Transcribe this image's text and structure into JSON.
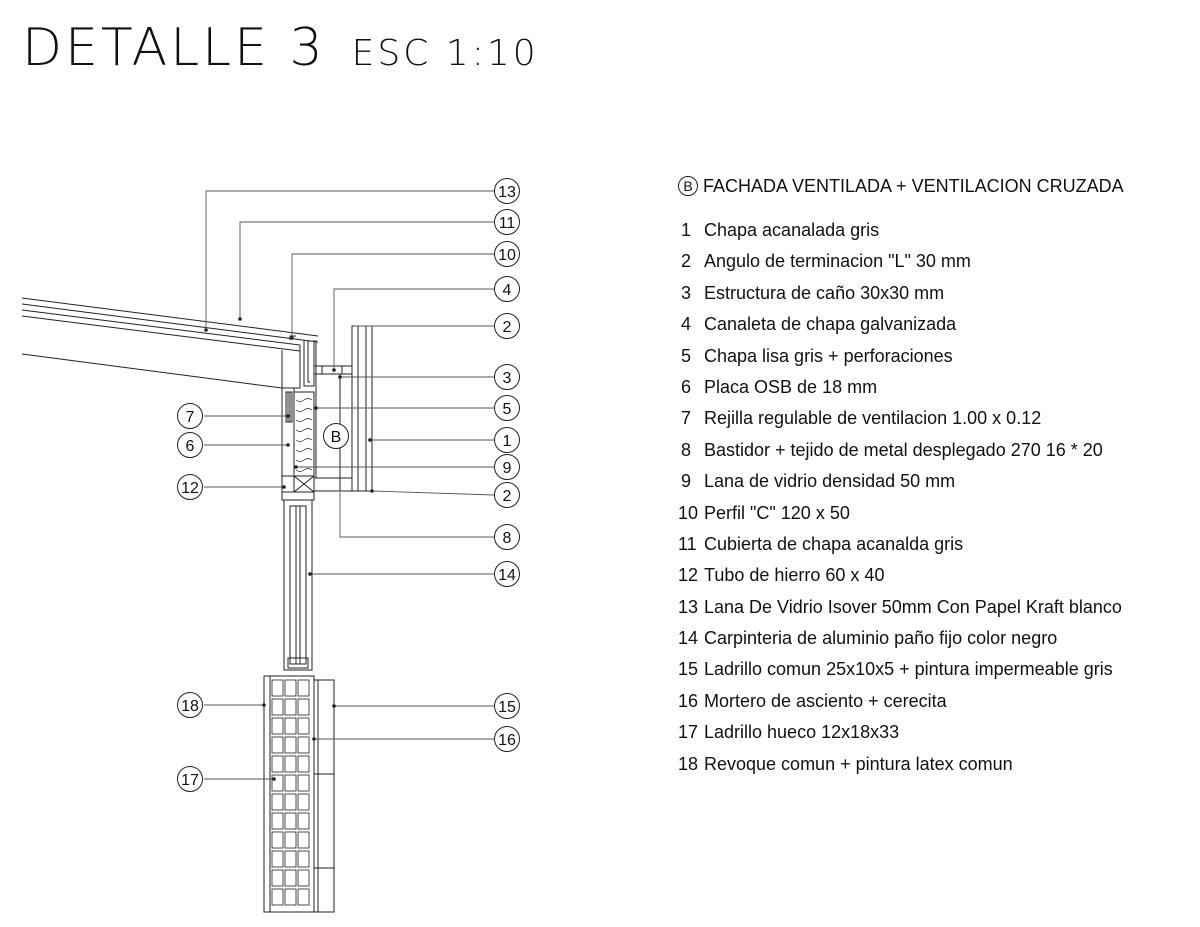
{
  "title": {
    "main": "DETALLE 3",
    "scale": "ESC 1:10"
  },
  "legend": {
    "marker": "B",
    "heading": "FACHADA VENTILADA + VENTILACION CRUZADA",
    "items": [
      {
        "n": "1",
        "text": "Chapa acanalada gris"
      },
      {
        "n": "2",
        "text": "Angulo de terminacion \"L\" 30 mm"
      },
      {
        "n": "3",
        "text": "Estructura de caño 30x30 mm"
      },
      {
        "n": "4",
        "text": "Canaleta de chapa galvanizada"
      },
      {
        "n": "5",
        "text": "Chapa lisa gris + perforaciones"
      },
      {
        "n": "6",
        "text": "Placa OSB de 18 mm"
      },
      {
        "n": "7",
        "text": "Rejilla regulable de ventilacion 1.00 x 0.12"
      },
      {
        "n": "8",
        "text": "Bastidor + tejido de metal desplegado 270 16 * 20"
      },
      {
        "n": "9",
        "text": "Lana de vidrio densidad 50 mm"
      },
      {
        "n": "10",
        "text": "Perfil \"C\" 120 x 50"
      },
      {
        "n": "11",
        "text": "Cubierta de chapa acanalda gris"
      },
      {
        "n": "12",
        "text": "Tubo de hierro 60 x 40"
      },
      {
        "n": "13",
        "text": "Lana De Vidrio Isover 50mm Con Papel Kraft blanco"
      },
      {
        "n": "14",
        "text": "Carpinteria de aluminio paño fijo color negro"
      },
      {
        "n": "15",
        "text": "Ladrillo comun 25x10x5 + pintura impermeable gris"
      },
      {
        "n": "16",
        "text": "Mortero de asciento + cerecita"
      },
      {
        "n": "17",
        "text": "Ladrillo hueco 12x18x33"
      },
      {
        "n": "18",
        "text": "Revoque comun + pintura latex comun"
      }
    ]
  },
  "callouts": {
    "c13": "13",
    "c11": "11",
    "c10": "10",
    "c4": "4",
    "c2a": "2",
    "c3": "3",
    "c5": "5",
    "c1": "1",
    "c9": "9",
    "c2b": "2",
    "c8": "8",
    "c14": "14",
    "c15": "15",
    "c16": "16",
    "c7": "7",
    "c6": "6",
    "c12": "12",
    "c18": "18",
    "c17": "17",
    "cB": "B"
  },
  "colors": {
    "line": "#222222",
    "leader": "#555555"
  }
}
